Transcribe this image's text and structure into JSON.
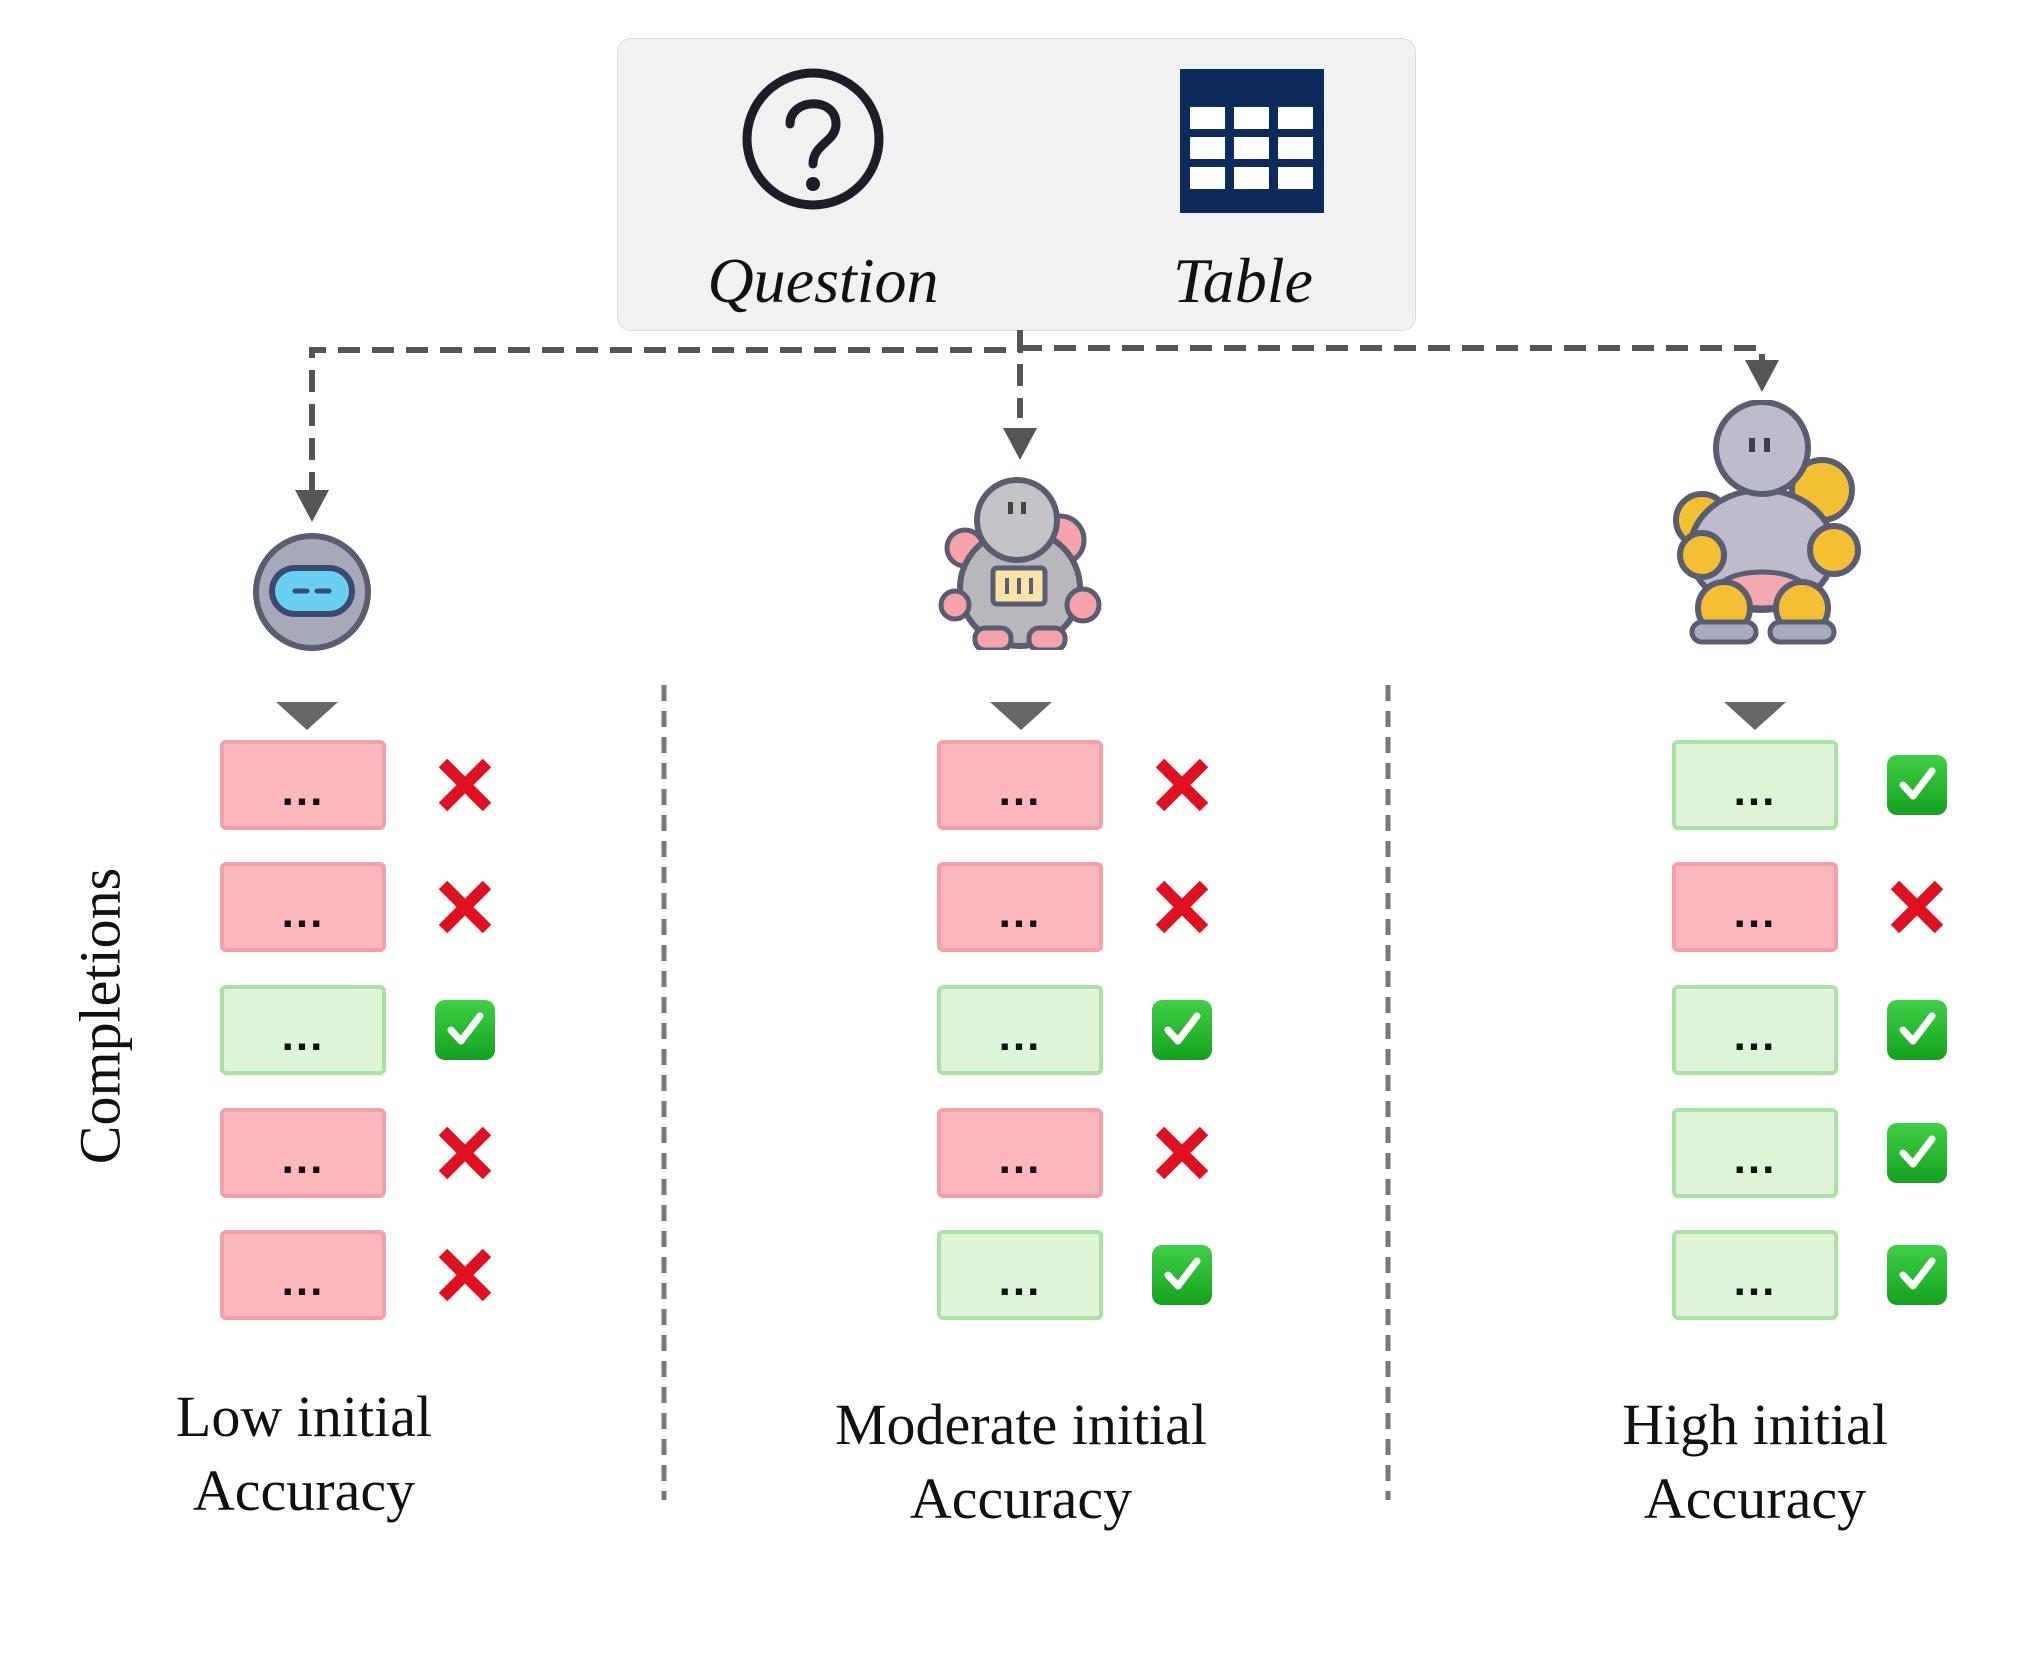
{
  "inputs": [
    {
      "label": "Question",
      "icon": "question-mark-circle-icon"
    },
    {
      "label": "Table",
      "icon": "table-grid-icon"
    }
  ],
  "side_label": "Completions",
  "columns": [
    {
      "id": "low",
      "label_line1": "Low initial",
      "label_line2": "Accuracy",
      "model_icon": "small-robot-head-icon",
      "completions": [
        {
          "text": "...",
          "correct": false
        },
        {
          "text": "...",
          "correct": false
        },
        {
          "text": "...",
          "correct": true
        },
        {
          "text": "...",
          "correct": false
        },
        {
          "text": "...",
          "correct": false
        }
      ]
    },
    {
      "id": "moderate",
      "label_line1": "Moderate initial",
      "label_line2": "Accuracy",
      "model_icon": "medium-robot-icon",
      "completions": [
        {
          "text": "...",
          "correct": false
        },
        {
          "text": "...",
          "correct": false
        },
        {
          "text": "...",
          "correct": true
        },
        {
          "text": "...",
          "correct": false
        },
        {
          "text": "...",
          "correct": true
        }
      ]
    },
    {
      "id": "high",
      "label_line1": "High initial",
      "label_line2": "Accuracy",
      "model_icon": "large-robot-icon",
      "completions": [
        {
          "text": "...",
          "correct": true
        },
        {
          "text": "...",
          "correct": false
        },
        {
          "text": "...",
          "correct": true
        },
        {
          "text": "...",
          "correct": true
        },
        {
          "text": "...",
          "correct": true
        }
      ]
    }
  ],
  "colors": {
    "wrong_fill": "#fbb7bd",
    "right_fill": "#ddf4d6",
    "cross": "#e0101e",
    "check": "#22b52a",
    "table_icon": "#0d2a5c",
    "connector": "#555555"
  }
}
